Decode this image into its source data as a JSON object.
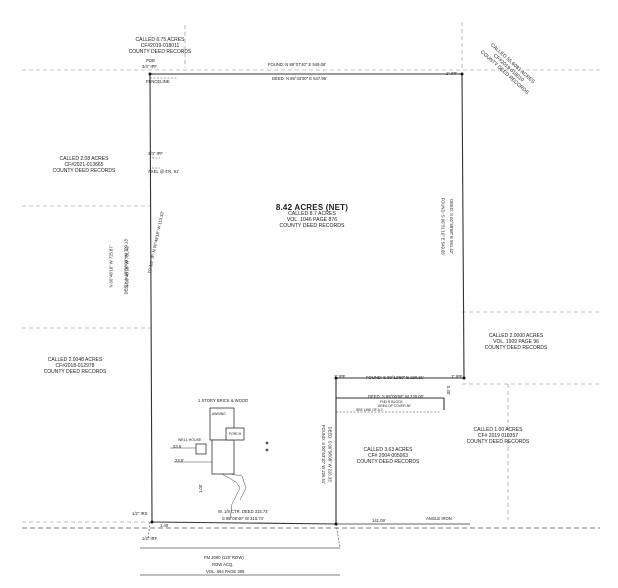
{
  "tract": {
    "acreage": "8.42 ACRES (NET)",
    "called_lines": [
      "CALLED 8.7 ACRES",
      "VOL. 1046 PAGE 876",
      "COUNTY DEED RECORDS"
    ]
  },
  "adjoiners": {
    "north": [
      "CALLED 6.75 ACRES",
      "CF#2019-018011",
      "COUNTY DEED RECORDS"
    ],
    "northeast": [
      "CALLED 55.6081 ACRES",
      "CF#2019-018010",
      "COUNTY DEED RECORDS"
    ],
    "west_upper": [
      "CALLED 2.08 ACRES",
      "CF#2021-013665",
      "COUNTY DEED RECORDS"
    ],
    "west_lower": [
      "CALLED 2.0048 ACRES",
      "CF#2018-012978",
      "COUNTY DEED RECORDS"
    ],
    "east": [
      "CALLED 2.0000 ACRES",
      "VOL. 1909 PAGE 96",
      "COUNTY DEED RECORDS"
    ],
    "southeast": [
      "CALLED 1.00 ACRES",
      "CF# 2019 010357",
      "COUNTY DEED RECORDS"
    ],
    "inset": [
      "CALLED 3.63 ACRES",
      "CF# 2004 005063",
      "COUNTY DEED RECORDS"
    ]
  },
  "bearings": {
    "north_found": "FOUND: N 89°07'40\" E 549.06'",
    "north_deed": "DEED: N 89°43'00\" E 547.96'",
    "east_found": "FOUND: S 00°51'10\" E 549.05'",
    "east_deed": "DEED: S 00°58'08\" E 551.42'",
    "west_lines": [
      "N 00°48'18\" W 725.87'",
      "DEED: N 00°58'08\" W 720.13'",
      "N 00°48'18\" W 731.42'"
    ],
    "west_fence": "TO 1/2\" IP: N 00°48'18\" W 113.33'",
    "inset_found": "FOUND: S 89°12'50\" E 220.31'",
    "inset_deed": "DEED: S 89°00'00\" W 220.00'",
    "inset_west": [
      "FOUND: S 00°53'10\" W 226.51'",
      "DEED: S 00°58'08\" W 226.33'"
    ],
    "south_main": "S 89°08'40\" W 315.74'",
    "south_deed": "W. 1/8 CTR. DEED 315.74'",
    "south_right": "141.09'"
  },
  "notes": {
    "pob": "POB",
    "pob_pin": "3/4\" IPF",
    "fenceline": "FENCELINE",
    "ne_pin": "1\" IPF",
    "west_pin1": "3/4\" IPF",
    "west_pin2": "AXEL @ 4'N, 81'",
    "inset_pin_left": "1\" IPF",
    "inset_pin_right": "1\" IPF",
    "inset_corner": "0.40'",
    "fence_note1": "FND N BLOCK",
    "fence_note2": "AREA OF COVER 80'",
    "fence_note3": "SEE LINE OF A 2",
    "angle_iron": "ANGLE IRON",
    "sw_label": "1/2\" IRS",
    "house_label": "1 STORY BRICK & WOOD",
    "well_house": "WELL HOUSE",
    "porch": "PORCH",
    "awning": "AWNING",
    "dist_a": "33.5",
    "dist_b": "23.5'",
    "dist_c": "1.00'",
    "south_left": "1.40",
    "road_tag": "1/2\" IRF",
    "road_name": "FM 2090 (120' ROW)",
    "road_sub": "ROW ACQ.",
    "road_vol": "VOL. 664 PAGE 389"
  }
}
